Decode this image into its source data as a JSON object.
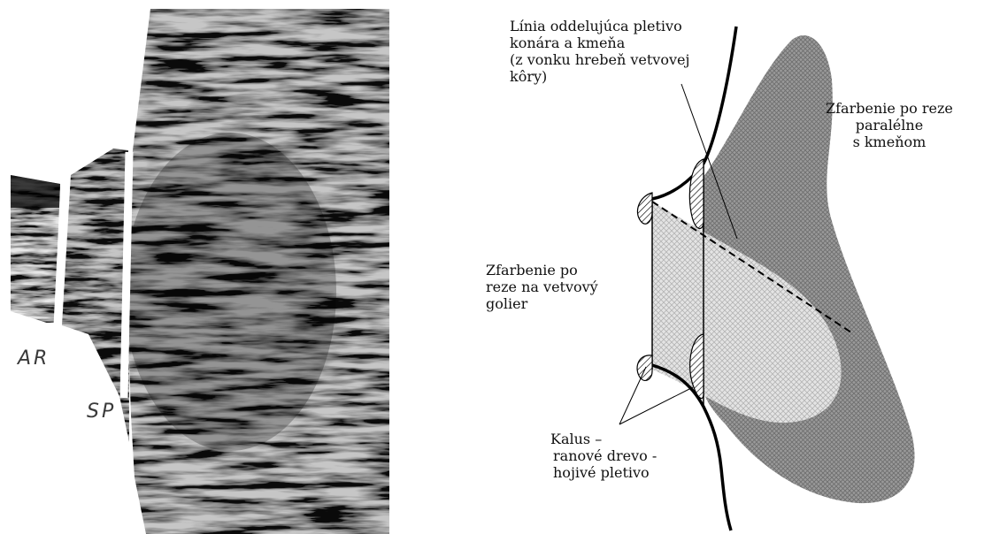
{
  "photo": {
    "label_ar": "AR",
    "label_sp": "SP"
  },
  "diagram": {
    "annotation_top": {
      "lines": [
        "Línia  oddelujúca  pletivo",
        "konára  a kmeňa",
        "(z  vonku  hrebeň  vetvovej",
        "kôry)"
      ]
    },
    "annotation_right": {
      "lines": [
        "Zfarbenie po reze",
        "paralélne",
        "s kmeňom"
      ]
    },
    "annotation_left": {
      "lines": [
        "Zfarbenie po",
        "reze na  vetvový",
        "golier"
      ]
    },
    "annotation_bottom": {
      "lines": [
        "Kalus –",
        "ranové drevo -",
        "hojivé pletivo"
      ]
    },
    "colors": {
      "stain_dark": "#8a8a8a",
      "stain_light": "#d2d2d2",
      "line": "#000000"
    }
  }
}
